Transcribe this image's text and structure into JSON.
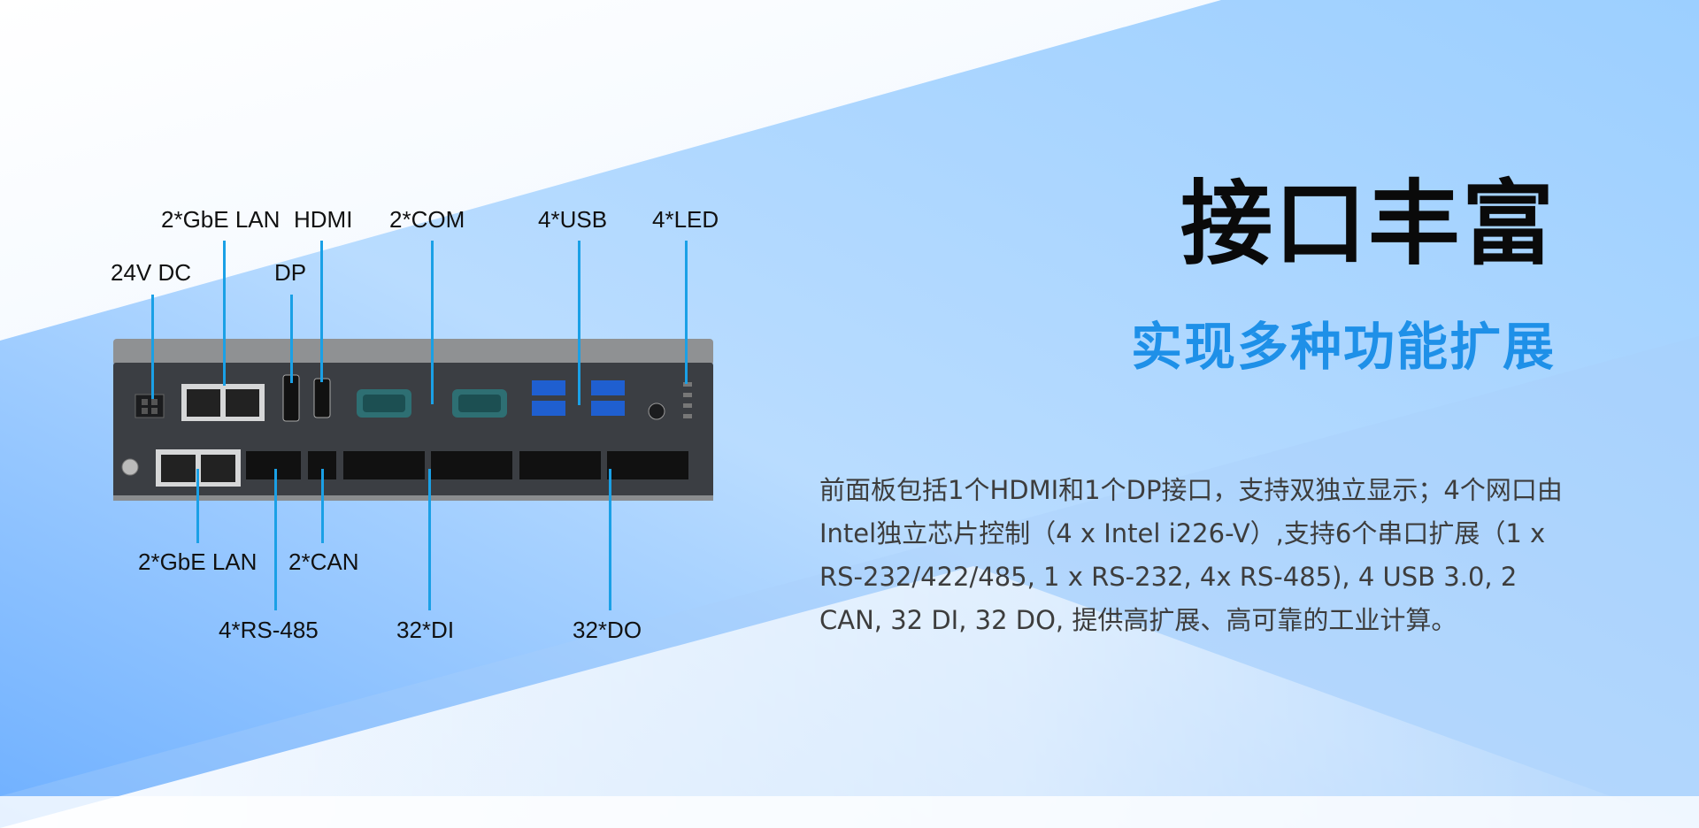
{
  "heading": {
    "title": "接口丰富",
    "subtitle": "实现多种功能扩展"
  },
  "description": "前面板包括1个HDMI和1个DP接口，支持双独立显示；4个网口由Intel独立芯片控制（4 x Intel i226-V）,支持6个串口扩展（1 x RS-232/422/485, 1 x RS-232, 4x RS-485), 4 USB 3.0, 2 CAN, 32 DI, 32 DO, 提供高扩展、高可靠的工业计算。",
  "callouts_top": {
    "lan_top": "2*GbE LAN",
    "hdmi": "HDMI",
    "com": "2*COM",
    "usb": "4*USB",
    "led": "4*LED",
    "dc": "24V DC",
    "dp": "DP"
  },
  "callouts_bottom": {
    "lan_bottom": "2*GbE LAN",
    "can": "2*CAN",
    "rs485": "4*RS-485",
    "di": "32*DI",
    "do": "32*DO"
  },
  "colors": {
    "accent": "#1e90e8",
    "leader": "#1aa0e6",
    "panel": "#3a3d42",
    "chassis": "#8a8c8e"
  }
}
